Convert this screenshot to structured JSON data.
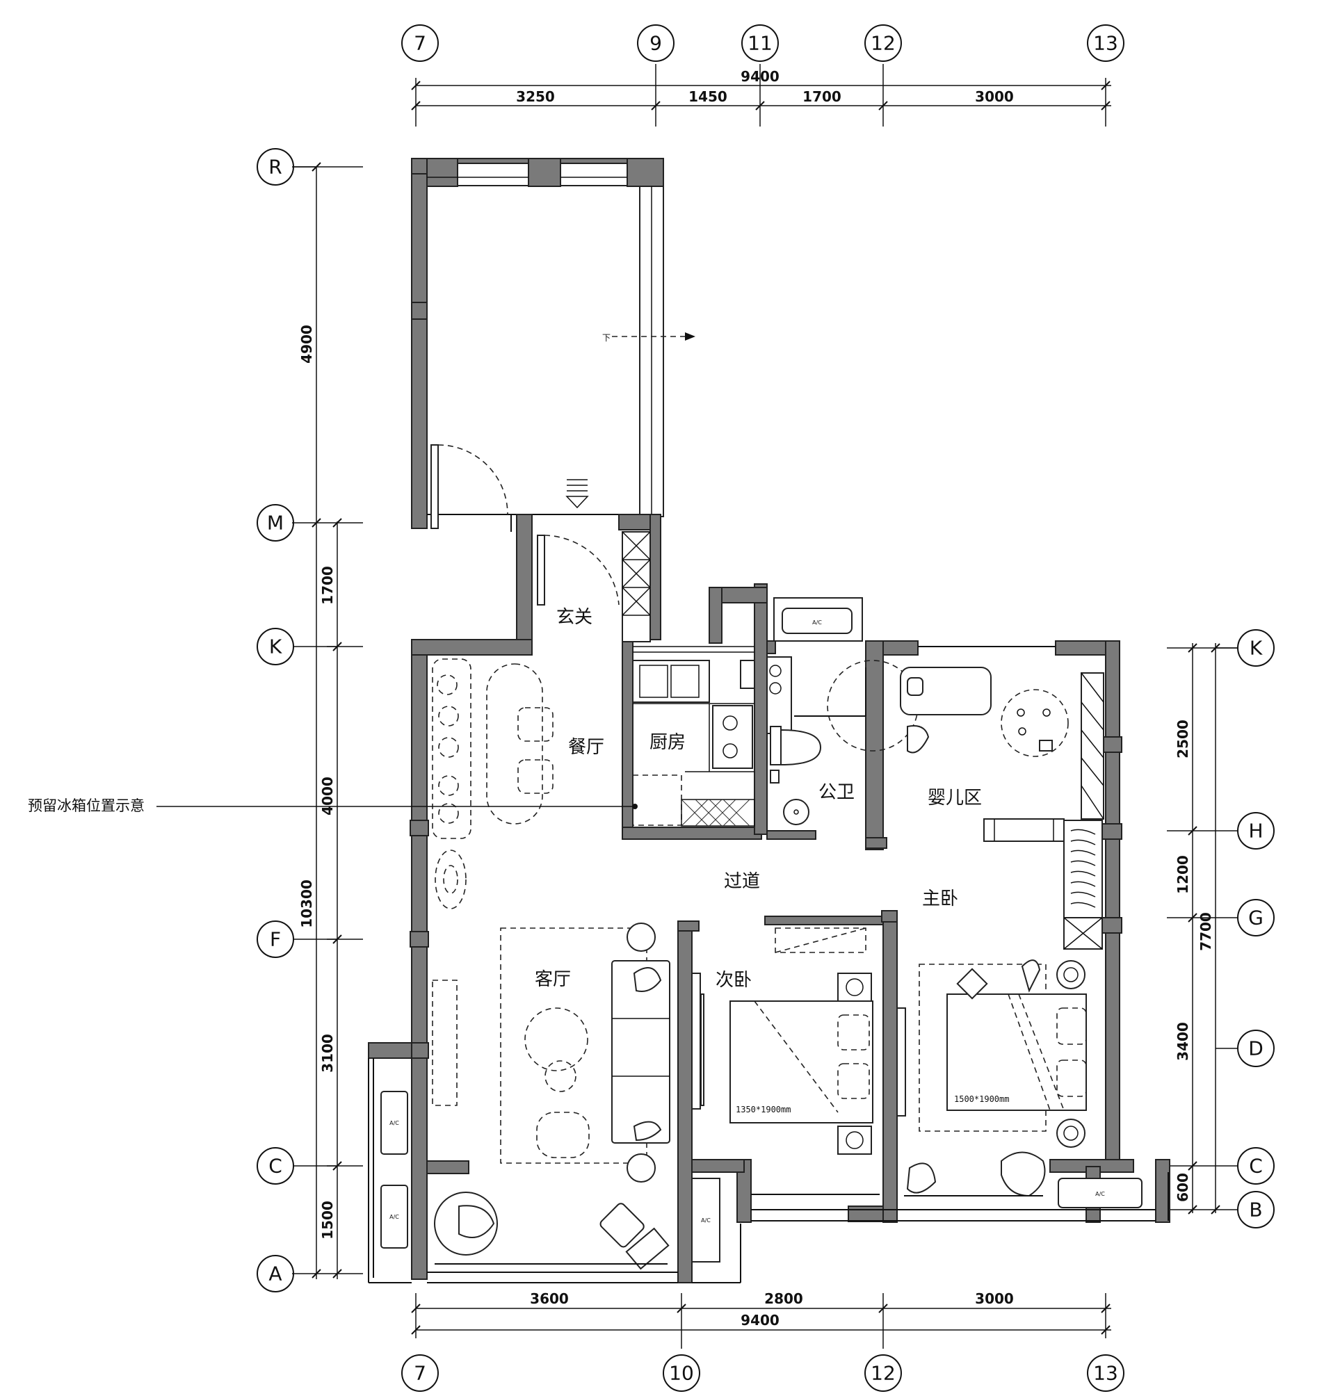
{
  "grid": {
    "top": [
      "7",
      "9",
      "11",
      "12",
      "13"
    ],
    "bottom": [
      "7",
      "10",
      "12",
      "13"
    ],
    "left": [
      "R",
      "M",
      "K",
      "F",
      "C",
      "A"
    ],
    "right": [
      "K",
      "H",
      "G",
      "D",
      "C",
      "B"
    ]
  },
  "dims": {
    "top_total": "9400",
    "top_segments": [
      "3250",
      "1450",
      "1700",
      "3000"
    ],
    "bottom_segments": [
      "3600",
      "2800",
      "3000"
    ],
    "bottom_total": "9400",
    "left_outer": [
      "4900",
      "10300"
    ],
    "left_inner": [
      "1700",
      "4000",
      "3100",
      "1500"
    ],
    "right_inner": [
      "2500",
      "1200",
      "3400",
      "600"
    ],
    "right_outer": "7700"
  },
  "rooms": {
    "entry": "玄关",
    "dining": "餐厅",
    "kitchen": "厨房",
    "bath": "公卫",
    "baby": "婴儿区",
    "corridor": "过道",
    "master": "主卧",
    "living": "客厅",
    "second": "次卧"
  },
  "labels": {
    "fridge_note": "预留冰箱位置示意",
    "bed_second": "1350*1900mm",
    "bed_master": "1500*1900mm",
    "down": "下",
    "ac": "A/C"
  }
}
